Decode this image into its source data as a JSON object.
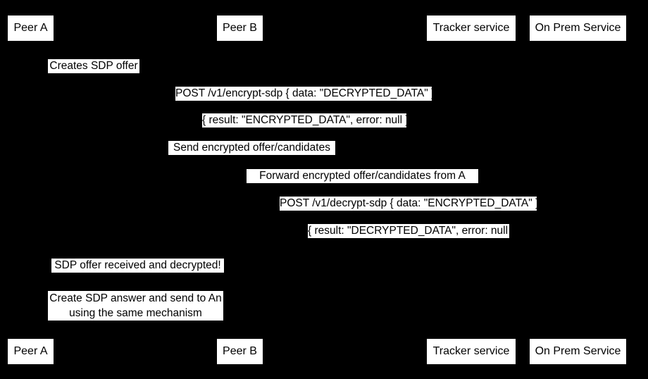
{
  "diagram": {
    "kind": "sequence-diagram",
    "colors": {
      "background": "#000000",
      "label_box_fill": "#ffffff",
      "label_text": "#000000"
    }
  },
  "actors": [
    {
      "label": "Peer A"
    },
    {
      "label": "Peer B"
    },
    {
      "label": "Tracker service"
    },
    {
      "label": "On Prem Service"
    }
  ],
  "messages": [
    {
      "text": "Creates SDP offer"
    },
    {
      "text": "POST /v1/encrypt-sdp { data: \"DECRYPTED_DATA\" }"
    },
    {
      "text": "{ result: \"ENCRYPTED_DATA\", error: null }"
    },
    {
      "text": "Send encrypted offer/candidates"
    },
    {
      "text": "Forward encrypted offer/candidates from A"
    },
    {
      "text": "POST /v1/decrypt-sdp { data: \"ENCRYPTED_DATA\" }"
    },
    {
      "text": "{ result: \"DECRYPTED_DATA\", error: null }"
    },
    {
      "text": "SDP offer received and decrypted!"
    },
    {
      "text": "Create SDP answer and send to An\nusing the same mechanism"
    }
  ]
}
